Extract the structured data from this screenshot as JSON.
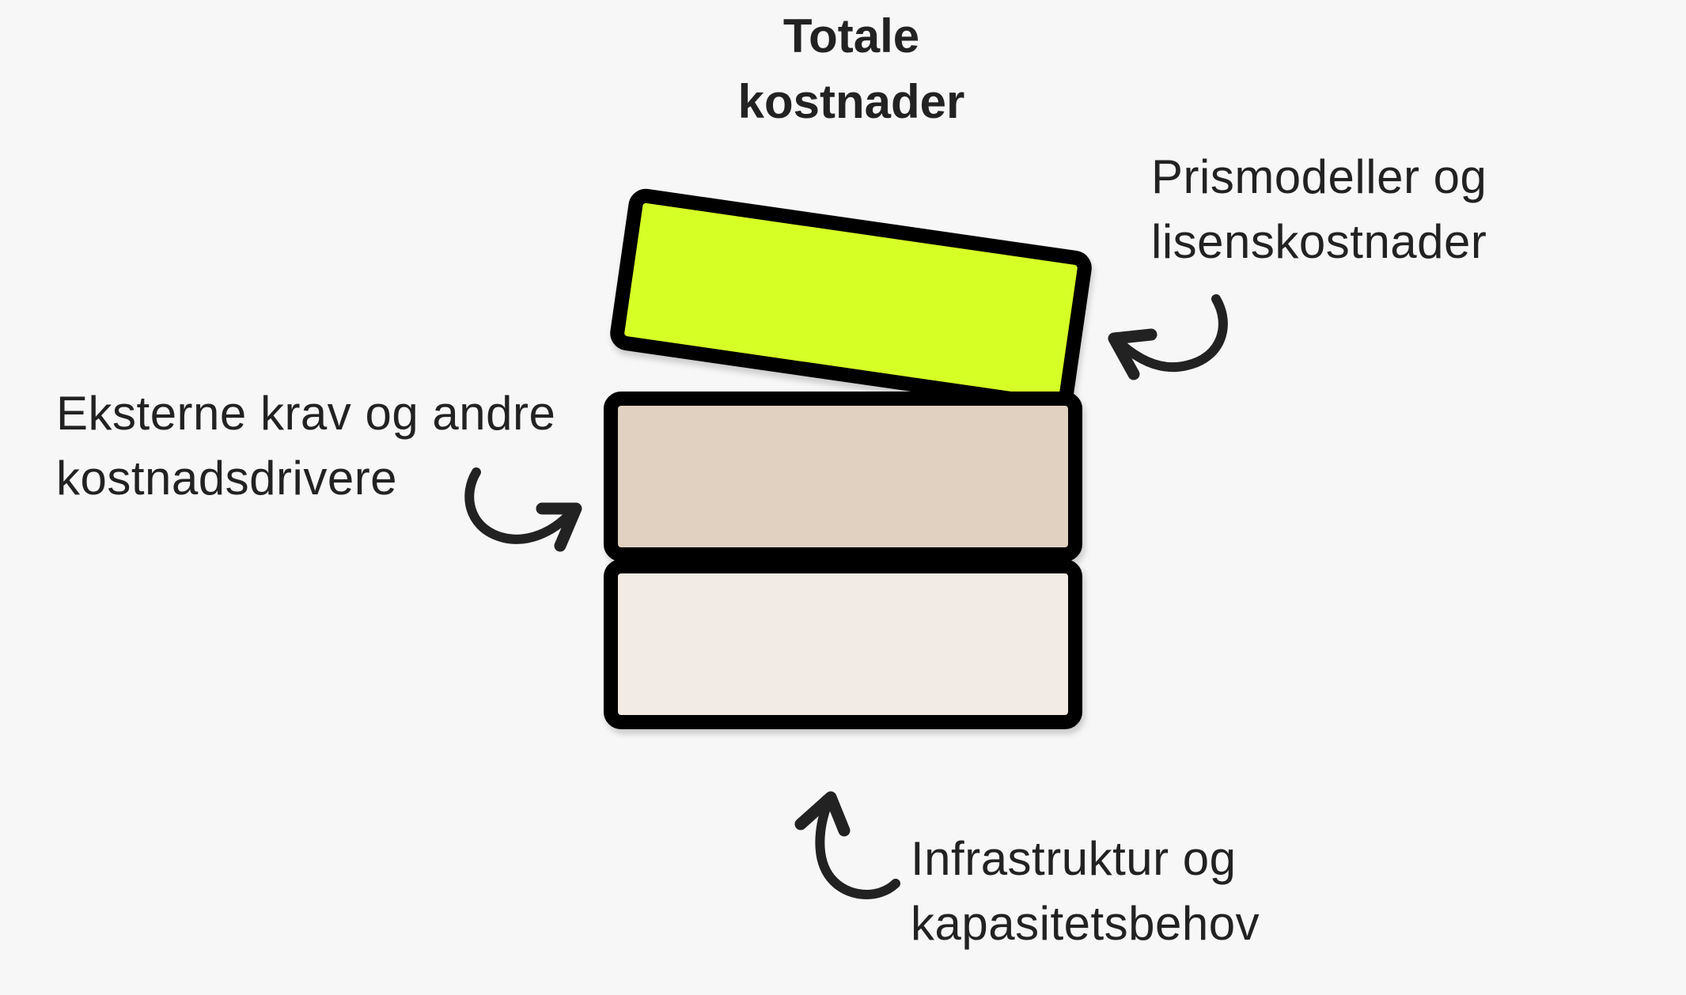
{
  "title": {
    "line1": "Totale",
    "line2": "kostnader"
  },
  "layers": [
    {
      "id": "top",
      "label_line1": "Prismodeller og",
      "label_line2": "lisenskostnader",
      "color": "#d6ff26",
      "tilted": true
    },
    {
      "id": "middle",
      "label_line1": "Eksterne krav og andre",
      "label_line2": "kostnadsdrivere",
      "color": "#e0d1c1"
    },
    {
      "id": "bottom",
      "label_line1": "Infrastruktur og",
      "label_line2": "kapasitetsbehov",
      "color": "#f2ebe5"
    }
  ],
  "colors": {
    "background": "#f7f7f7",
    "outline": "#000000",
    "text": "#222222",
    "arrow": "#222222"
  },
  "icons": {
    "arrow_top": "curved-arrow-left-icon",
    "arrow_middle": "curved-arrow-right-icon",
    "arrow_bottom": "curved-arrow-up-icon"
  }
}
